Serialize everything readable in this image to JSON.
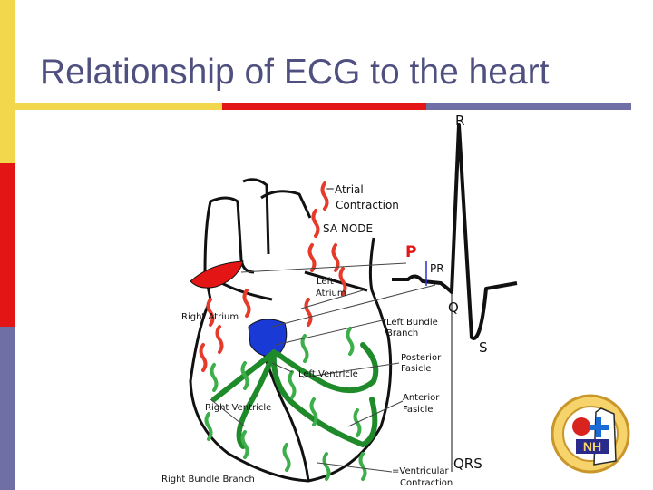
{
  "slide": {
    "title": "Relationship of ECG to the heart",
    "colors": {
      "title": "#505080",
      "rule_yellow": "#f2d64b",
      "rule_red": "#e31515",
      "rule_blue": "#6f6fa6",
      "sidebar_yellow": "#f2d64b",
      "sidebar_red": "#e31515",
      "sidebar_blue": "#6f6fa6"
    }
  },
  "diagram": {
    "ecg_labels": {
      "r": "R",
      "p": "P",
      "pr": "PR",
      "q": "Q",
      "s": "S",
      "qrs": "QRS"
    },
    "annotations": {
      "atrial_contraction_1": "=Atrial",
      "atrial_contraction_2": "Contraction",
      "sa_node": "SA NODE",
      "left_atrium_1": "Left",
      "left_atrium_2": "Atrium",
      "right_atrium": "Right Atrium",
      "left_bundle_branch_1": "Left Bundle",
      "left_bundle_branch_2": "Branch",
      "posterior_fascicle_1": "Posterior",
      "posterior_fascicle_2": "Fasicle",
      "left_ventricle": "Left Ventricle",
      "anterior_fascicle_1": "Anterior",
      "anterior_fascicle_2": "Fasicle",
      "right_ventricle": "Right Ventricle",
      "right_bundle_branch": "Right Bundle Branch",
      "ventricular_contraction_1": "=Ventricular",
      "ventricular_contraction_2": "Contraction"
    },
    "colors": {
      "ecg_trace": "#111111",
      "heart_outline": "#111111",
      "atrial_wave": "#e63a2a",
      "ventricular_wave": "#3cae4a",
      "sa_node": "#e31515",
      "av_node": "#1a3ad6",
      "conduction": "#1e8a2a",
      "label_text": "#111111",
      "pointer_lines": "#444444",
      "pr_segment": "#2b2bd6"
    }
  },
  "badge": {
    "text": "NH"
  }
}
